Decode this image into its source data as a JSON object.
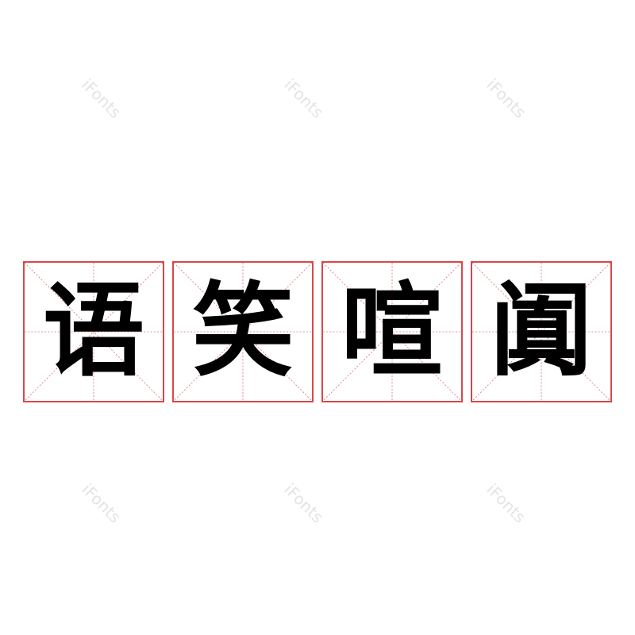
{
  "watermark": "iFonts",
  "characters": [
    "语",
    "笑",
    "喧",
    "阗"
  ],
  "colors": {
    "grid": "#d9474a",
    "text": "#000000",
    "watermark": "#e4e4e4"
  }
}
